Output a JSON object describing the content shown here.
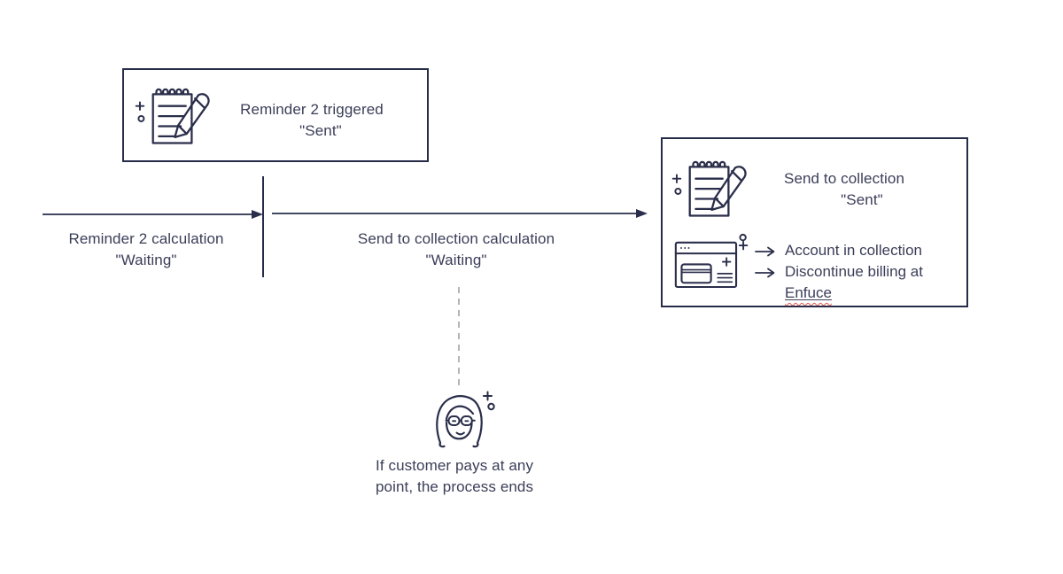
{
  "diagram": {
    "reminder_box": {
      "title_line1": "Reminder 2 triggered",
      "title_line2": "\"Sent\""
    },
    "reminder_edge": {
      "label_line1": "Reminder 2 calculation",
      "label_line2": "\"Waiting\""
    },
    "collection_edge": {
      "label_line1": "Send to collection calculation",
      "label_line2": "\"Waiting\""
    },
    "collection_box": {
      "title_line1": "Send to collection",
      "title_line2": "\"Sent\"",
      "outcome1": "Account in collection",
      "outcome2_prefix": "Discontinue billing at",
      "outcome2_flagged_word": "Enfuce"
    },
    "customer_note": {
      "line1": "If customer pays at any",
      "line2": "point, the process ends"
    }
  },
  "icons": {
    "reminder_box_icon": "notepad-pencil-icon",
    "collection_box_icon": "notepad-pencil-icon",
    "payment_icon": "browser-payment-card-icon",
    "customer_icon": "customer-face-icon",
    "outcome_bullet": "right-arrow-icon"
  },
  "colors": {
    "ink": "#2a2e4a",
    "text": "#3a3e58",
    "dashed_connector": "#b4b4b4",
    "spellcheck_underline": "#e2574c"
  }
}
